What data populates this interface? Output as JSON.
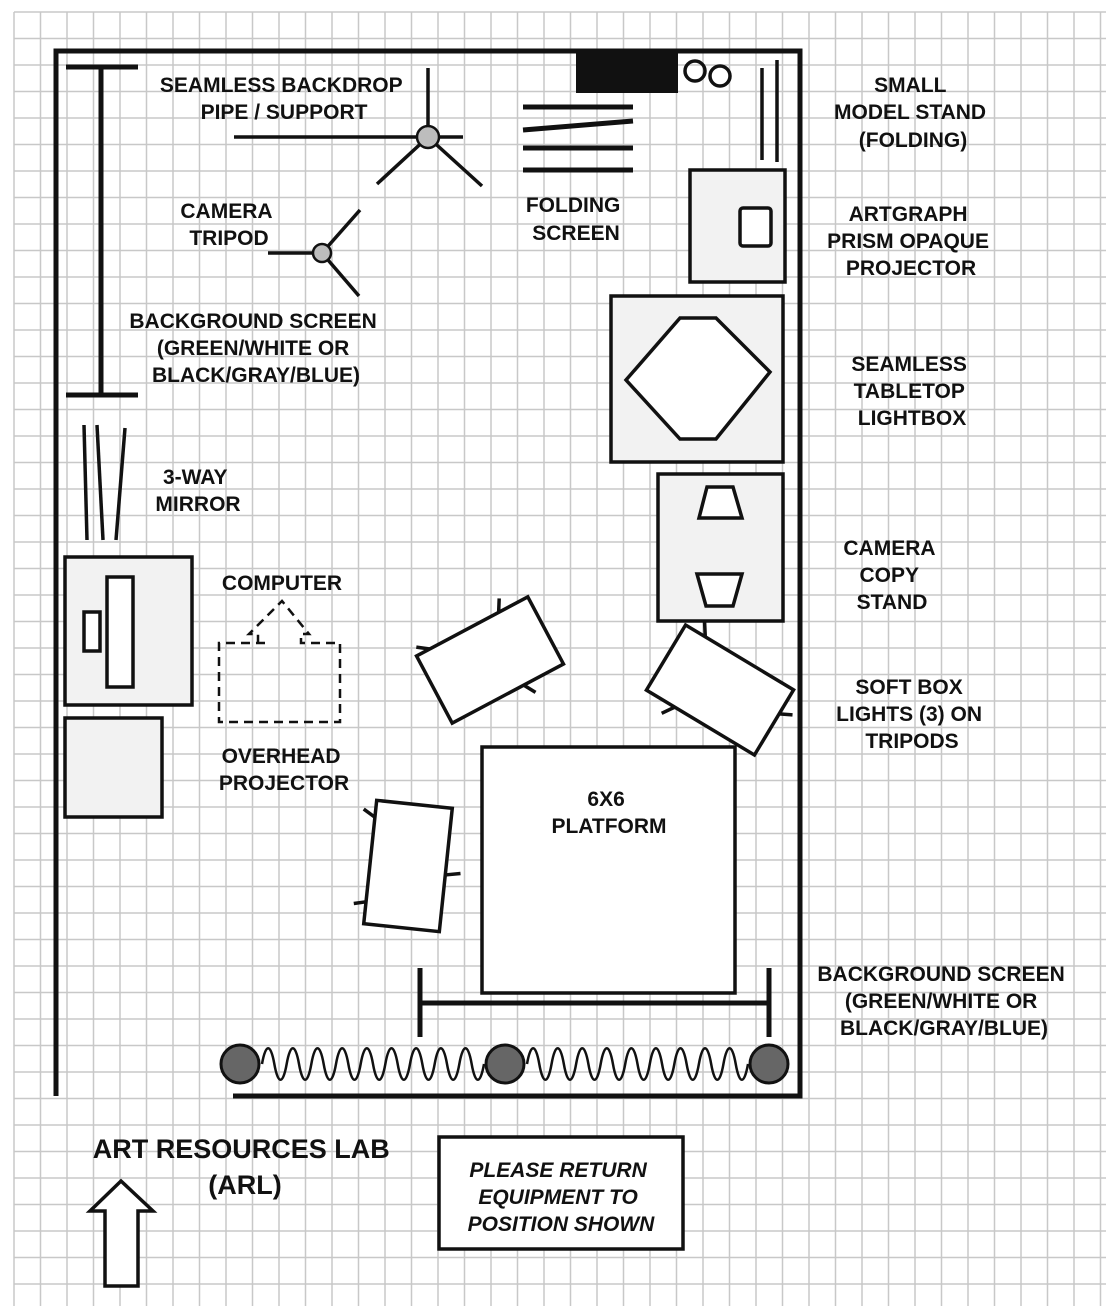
{
  "colors": {
    "grid_line": "#c8c8c8",
    "ink": "#111111",
    "equipment_fill": "#f2f2f2",
    "tripod_hub": "#bdbdbd",
    "stand_post": "#666666"
  },
  "labels": {
    "seamless_backdrop": [
      "SEAMLESS BACKDROP",
      "PIPE / SUPPORT"
    ],
    "small_model_stand": [
      "SMALL",
      "MODEL STAND",
      "(FOLDING)"
    ],
    "camera_tripod": [
      "CAMERA",
      "TRIPOD"
    ],
    "folding_screen": [
      "FOLDING",
      "SCREEN"
    ],
    "artgraph_projector": [
      "ARTGRAPH",
      "PRISM OPAQUE",
      "PROJECTOR"
    ],
    "background_screen_left": [
      "BACKGROUND SCREEN",
      "(GREEN/WHITE OR",
      "BLACK/GRAY/BLUE)"
    ],
    "seamless_lightbox": [
      "SEAMLESS",
      "TABLETOP",
      "LIGHTBOX"
    ],
    "mirror": [
      "3-WAY",
      "MIRROR"
    ],
    "computer": [
      "COMPUTER"
    ],
    "camera_copy_stand": [
      "CAMERA",
      "COPY",
      "STAND"
    ],
    "soft_box_lights": [
      "SOFT BOX",
      "LIGHTS (3) ON",
      "TRIPODS"
    ],
    "overhead_projector": [
      "OVERHEAD",
      "PROJECTOR"
    ],
    "platform": [
      "6X6",
      "PLATFORM"
    ],
    "background_screen_bottom": [
      "BACKGROUND SCREEN",
      "(GREEN/WHITE OR",
      "BLACK/GRAY/BLUE)"
    ],
    "lab_name": [
      "ART RESOURCES LAB",
      "(ARL)"
    ],
    "notice": [
      "PLEASE RETURN",
      "EQUIPMENT TO",
      "POSITION SHOWN"
    ]
  },
  "icons": {
    "entrance": "up-arrow-icon"
  }
}
